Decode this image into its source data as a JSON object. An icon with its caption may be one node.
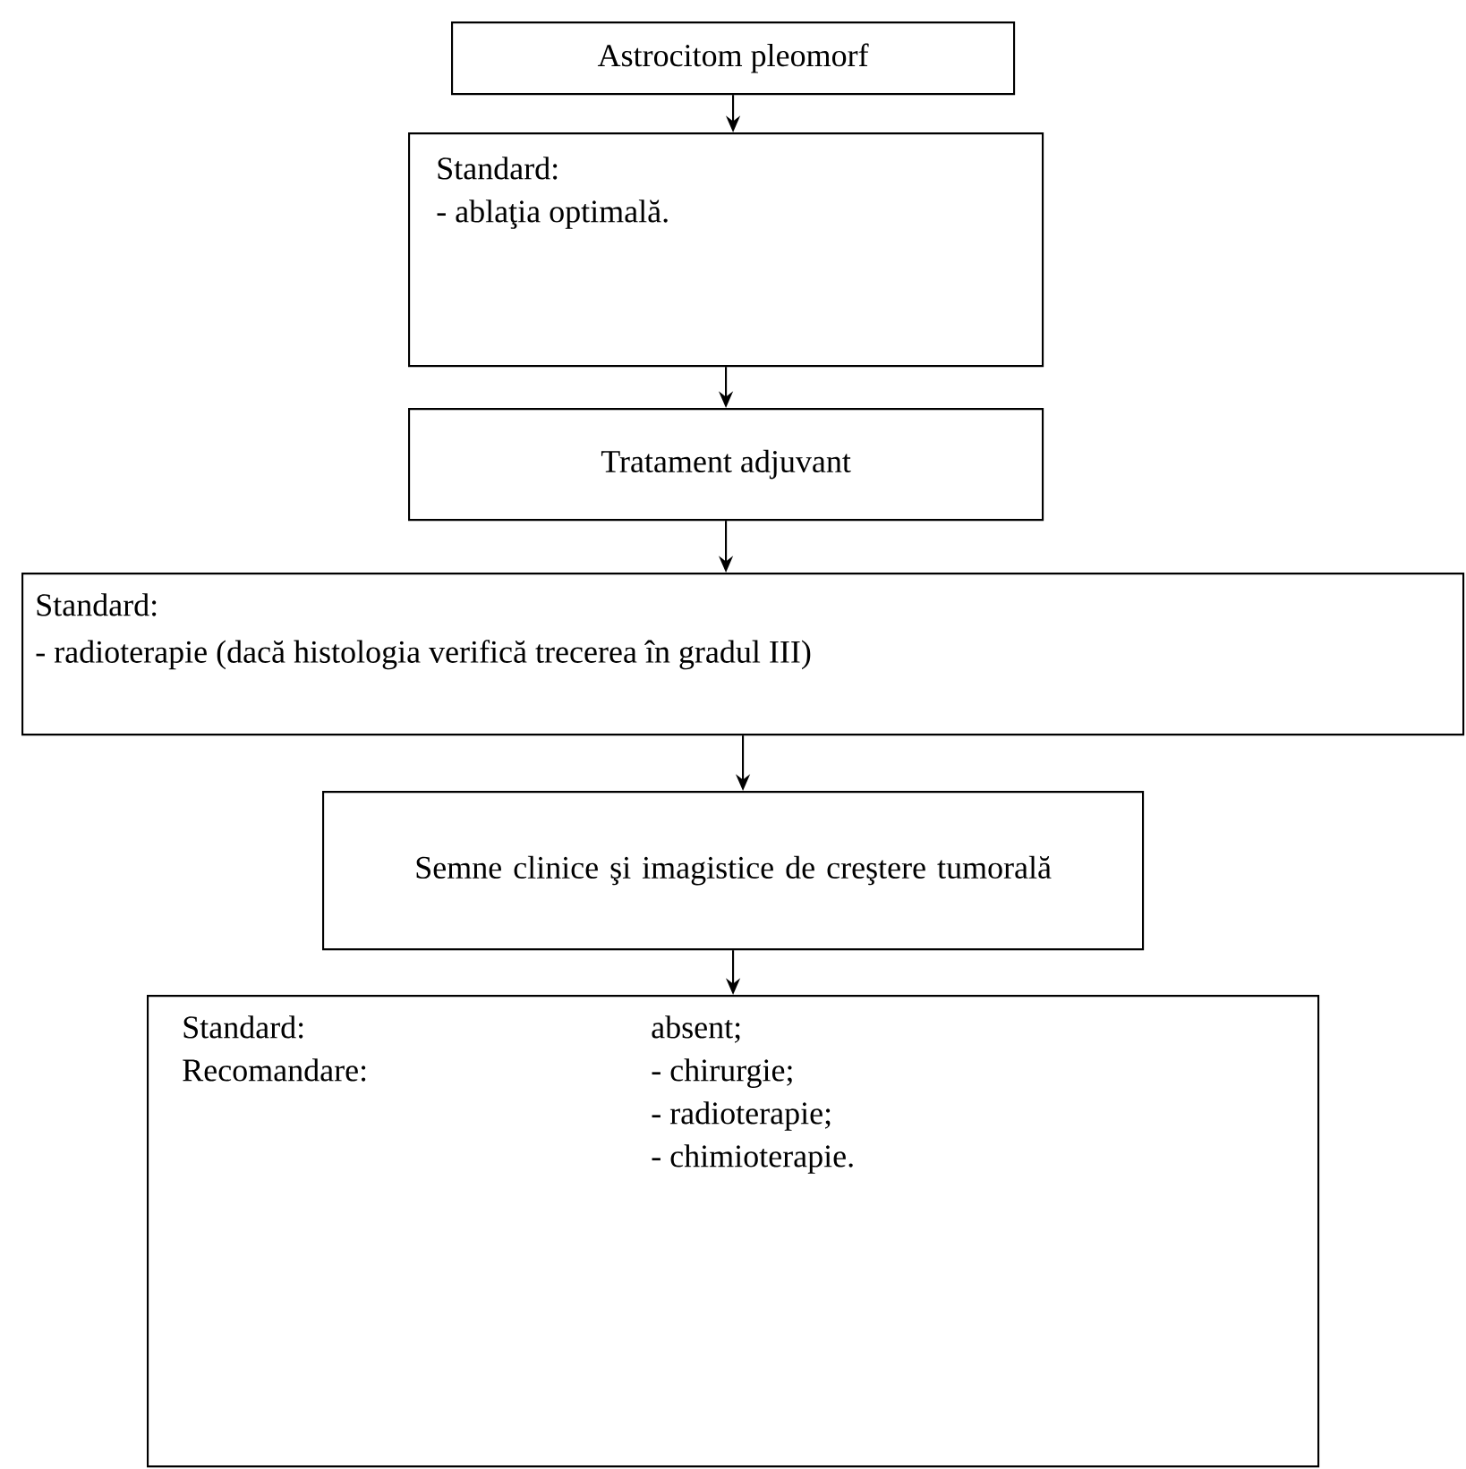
{
  "diagram": {
    "nodes": [
      {
        "text": [
          "Astrocitom pleomorf"
        ]
      },
      {
        "text": [
          "Standard:",
          "- ablaţia optimală."
        ]
      },
      {
        "text": [
          "Tratament adjuvant"
        ]
      },
      {
        "text": [
          "Standard:",
          "- radioterapie (dacă histologia verifică trecerea în gradul III)"
        ]
      },
      {
        "text": [
          "Semne clinice şi imagistice de creştere tumorală"
        ]
      },
      {
        "text": [
          "Standard:",
          "Recomandare:",
          "absent;",
          "- chirurgie;",
          "- radioterapie;",
          "- chimioterapie."
        ]
      }
    ],
    "edges": [
      {
        "from": 0,
        "to": 1,
        "arrow": "to"
      },
      {
        "from": 1,
        "to": 2,
        "arrow": "to"
      },
      {
        "from": 2,
        "to": 3,
        "arrow": "to"
      },
      {
        "from": 3,
        "to": 4,
        "arrow": "to"
      },
      {
        "from": 4,
        "to": 5,
        "arrow": "to"
      }
    ]
  }
}
